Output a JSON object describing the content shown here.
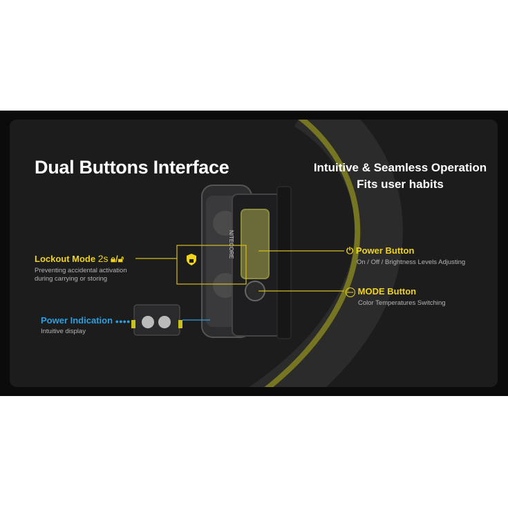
{
  "title": "Dual Buttons Interface",
  "subtitle": {
    "line1": "Intuitive & Seamless Operation",
    "line2": "Fits user habits"
  },
  "brand_on_device": "NITECORE",
  "callouts": {
    "lockout": {
      "label": "Lockout Mode",
      "hold": "2s",
      "desc_line1": "Preventing accidental activation",
      "desc_line2": "during carrying or storing",
      "icons": [
        "lock-icon",
        "unlock-icon",
        "shield-lock-icon"
      ]
    },
    "power_indication": {
      "label": "Power Indication",
      "desc": "Intuitive display",
      "icon": "dots-icon"
    },
    "power_button": {
      "label": "Power Button",
      "desc": "On / Off / Brightness Levels Adjusting",
      "icon": "power-icon"
    },
    "mode_button": {
      "label": "MODE Button",
      "desc": "Color Temperatures Switching",
      "icon": "mode-icon",
      "icon_text": "MODE"
    }
  },
  "colors": {
    "accent_yellow": "#f0d31c",
    "accent_blue": "#2c9fe2",
    "panel": "#1c1c1d"
  }
}
